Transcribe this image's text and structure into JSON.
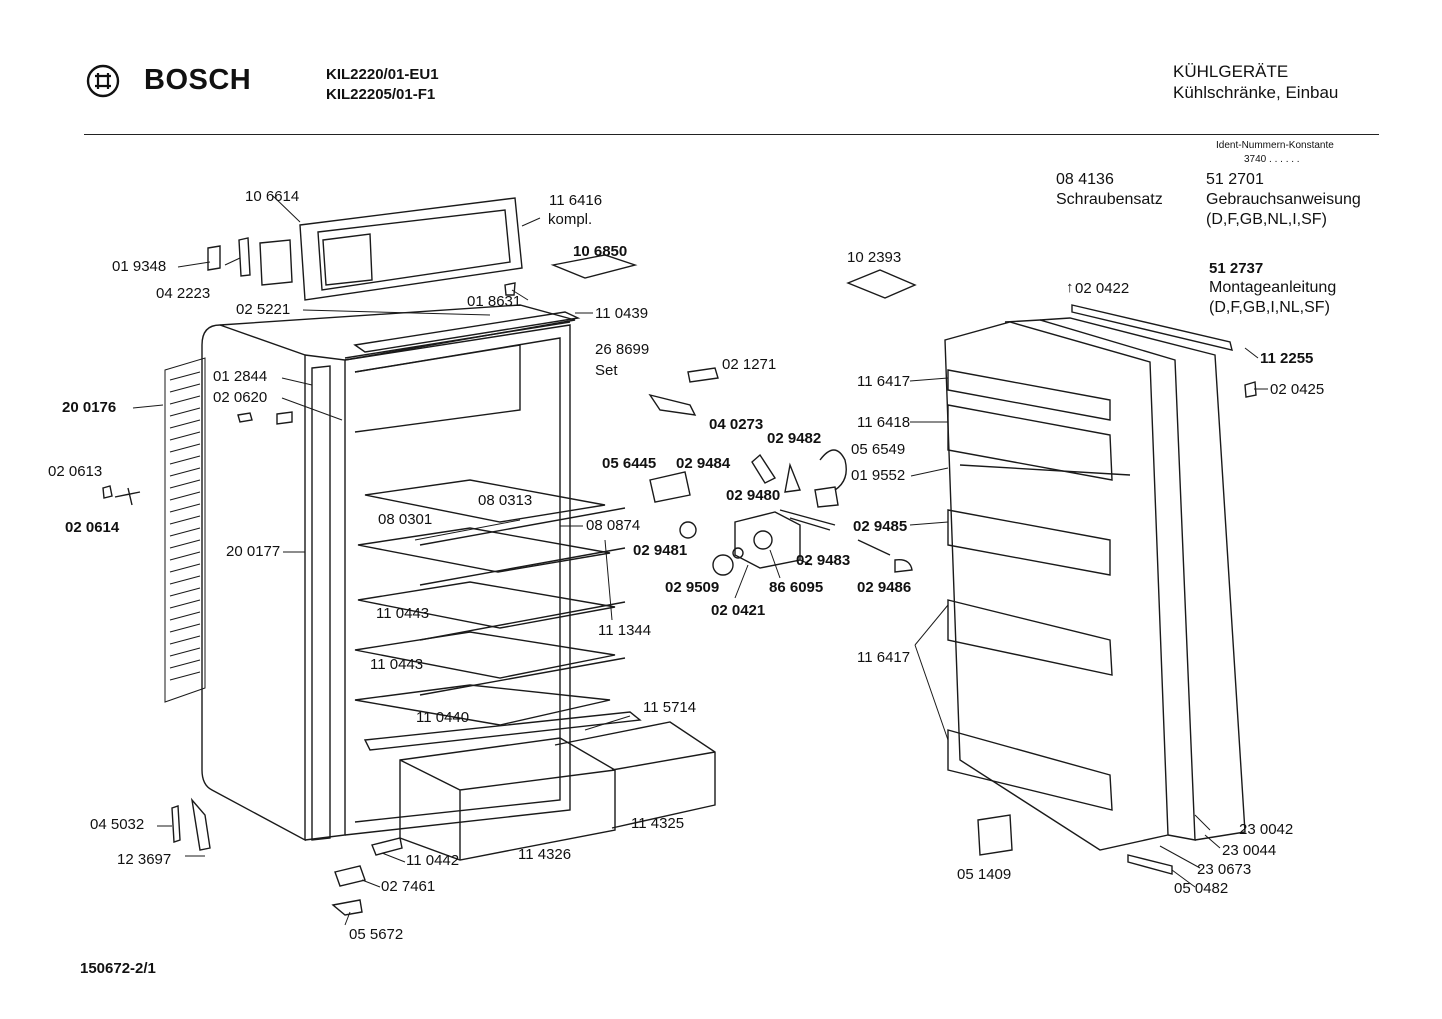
{
  "header": {
    "brand": "BOSCH",
    "models": [
      "KIL2220/01-EU1",
      "KIL22205/01-F1"
    ],
    "category": "KÜHLGERÄTE",
    "subcategory": "Kühlschränke, Einbau"
  },
  "ident": {
    "title": "Ident-Nummern-Konstante",
    "value": "3740  . .  . . . ."
  },
  "documents": {
    "screw_set_number": "08 4136",
    "screw_set_label": "Schraubensatz",
    "manual_number": "51 2701",
    "manual_label": "Gebrauchsanweisung",
    "manual_langs": "(D,F,GB,NL,I,SF)",
    "install_number": "51 2737",
    "install_label": "Montageanleitung",
    "install_langs": "(D,F,GB,I,NL,SF)"
  },
  "parts": [
    {
      "id": "p01",
      "label": "10 6614",
      "bold": false
    },
    {
      "id": "p02",
      "label": "11 6416",
      "bold": false
    },
    {
      "id": "p03",
      "label": "kompl.",
      "bold": false
    },
    {
      "id": "p04",
      "label": "01 9348",
      "bold": false
    },
    {
      "id": "p05",
      "label": "04 2223",
      "bold": false
    },
    {
      "id": "p06",
      "label": "02 5221",
      "bold": false
    },
    {
      "id": "p07",
      "label": "10 6850",
      "bold": true
    },
    {
      "id": "p08",
      "label": "01 8631",
      "bold": false
    },
    {
      "id": "p09",
      "label": "11 0439",
      "bold": false
    },
    {
      "id": "p10",
      "label": "26 8699",
      "bold": false
    },
    {
      "id": "p11",
      "label": "Set",
      "bold": false
    },
    {
      "id": "p12",
      "label": "02 1271",
      "bold": false
    },
    {
      "id": "p13",
      "label": "01 2844",
      "bold": false
    },
    {
      "id": "p14",
      "label": "02 0620",
      "bold": false
    },
    {
      "id": "p15",
      "label": "20 0176",
      "bold": true
    },
    {
      "id": "p16",
      "label": "02 0613",
      "bold": false
    },
    {
      "id": "p17",
      "label": "02 0614",
      "bold": true
    },
    {
      "id": "p18",
      "label": "04 0273",
      "bold": true
    },
    {
      "id": "p19",
      "label": "02 9482",
      "bold": true
    },
    {
      "id": "p20",
      "label": "05 6549",
      "bold": false
    },
    {
      "id": "p21",
      "label": "05 6445",
      "bold": true
    },
    {
      "id": "p22",
      "label": "02 9484",
      "bold": true
    },
    {
      "id": "p23",
      "label": "02 9480",
      "bold": true
    },
    {
      "id": "p24",
      "label": "08 0313",
      "bold": false
    },
    {
      "id": "p25",
      "label": "08 0301",
      "bold": false
    },
    {
      "id": "p26",
      "label": "08 0874",
      "bold": false
    },
    {
      "id": "p27",
      "label": "20 0177",
      "bold": false
    },
    {
      "id": "p28",
      "label": "02 9481",
      "bold": true
    },
    {
      "id": "p29",
      "label": "02 9509",
      "bold": true
    },
    {
      "id": "p30",
      "label": "86 6095",
      "bold": true
    },
    {
      "id": "p31",
      "label": "02 0421",
      "bold": true
    },
    {
      "id": "p32",
      "label": "02 9483",
      "bold": true
    },
    {
      "id": "p33",
      "label": "02 9485",
      "bold": true
    },
    {
      "id": "p34",
      "label": "02 9486",
      "bold": true
    },
    {
      "id": "p35",
      "label": "11 0443",
      "bold": false
    },
    {
      "id": "p36",
      "label": "11 1344",
      "bold": false
    },
    {
      "id": "p37",
      "label": "11 0443",
      "bold": false
    },
    {
      "id": "p38",
      "label": "11 0440",
      "bold": false
    },
    {
      "id": "p39",
      "label": "11 5714",
      "bold": false
    },
    {
      "id": "p40",
      "label": "11 4325",
      "bold": false
    },
    {
      "id": "p41",
      "label": "11 4326",
      "bold": false
    },
    {
      "id": "p42",
      "label": "11 0442",
      "bold": false
    },
    {
      "id": "p43",
      "label": "04 5032",
      "bold": false
    },
    {
      "id": "p44",
      "label": "12 3697",
      "bold": false
    },
    {
      "id": "p45",
      "label": "02 7461",
      "bold": false
    },
    {
      "id": "p46",
      "label": "05 5672",
      "bold": false
    },
    {
      "id": "p47",
      "label": "10 2393",
      "bold": false
    },
    {
      "id": "p48",
      "label": "02 0422",
      "bold": false
    },
    {
      "id": "p49",
      "label": "11 6417",
      "bold": false
    },
    {
      "id": "p50",
      "label": "11 6418",
      "bold": false
    },
    {
      "id": "p51",
      "label": "01 9552",
      "bold": false
    },
    {
      "id": "p52",
      "label": "11 2255",
      "bold": true
    },
    {
      "id": "p53",
      "label": "02 0425",
      "bold": false
    },
    {
      "id": "p54",
      "label": "11 6417",
      "bold": false
    },
    {
      "id": "p55",
      "label": "23 0042",
      "bold": false
    },
    {
      "id": "p56",
      "label": "23 0044",
      "bold": false
    },
    {
      "id": "p57",
      "label": "23 0673",
      "bold": false
    },
    {
      "id": "p58",
      "label": "05 1409",
      "bold": false
    },
    {
      "id": "p59",
      "label": "05 0482",
      "bold": false
    }
  ],
  "footer": {
    "drawing_number": "150672-2/1"
  }
}
